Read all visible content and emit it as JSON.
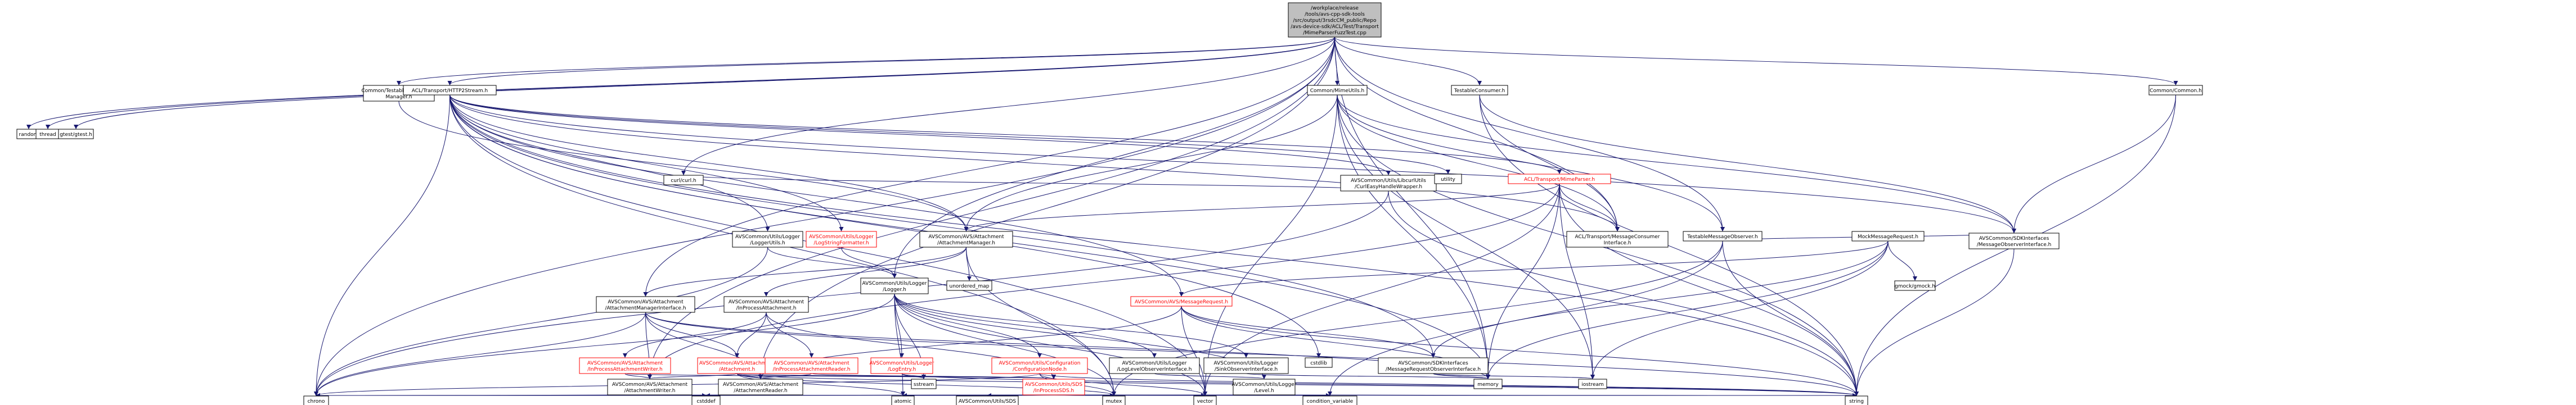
{
  "diagram": {
    "title": "",
    "nodes": [
      {
        "id": "root",
        "lines": [
          "/workplace/release",
          "/tools/avs-cpp-sdk-tools",
          "/src/output/3rsdcCM_public/Repo",
          "/avs-device-sdk/ACL/Test/Transport",
          "/MimeParserFuzzTest.cpp"
        ],
        "root": true
      },
      {
        "id": "random",
        "lines": [
          "random"
        ]
      },
      {
        "id": "thread",
        "lines": [
          "thread"
        ]
      },
      {
        "id": "gtest",
        "lines": [
          "gtest/gtest.h"
        ]
      },
      {
        "id": "testableattach",
        "lines": [
          "Common/TestableAttachment",
          "Manager.h"
        ]
      },
      {
        "id": "httpstream",
        "lines": [
          "ACL/Transport/HTTP2Stream.h"
        ]
      },
      {
        "id": "mimeutils",
        "lines": [
          "Common/MimeUtils.h"
        ]
      },
      {
        "id": "testablecons",
        "lines": [
          "TestableConsumer.h"
        ]
      },
      {
        "id": "commonh",
        "lines": [
          "Common/Common.h"
        ]
      },
      {
        "id": "curleasy",
        "lines": [
          "AVSCommon/Utils/LibcurlUtils",
          "/CurlEasyHandleWrapper.h"
        ]
      },
      {
        "id": "utility",
        "lines": [
          "utility"
        ]
      },
      {
        "id": "mimeparser",
        "lines": [
          "ACL/Transport/MimeParser.h"
        ],
        "trunc": true
      },
      {
        "id": "curlh",
        "lines": [
          "curl/curl.h"
        ]
      },
      {
        "id": "loggerutils",
        "lines": [
          "AVSCommon/Utils/Logger",
          "/LoggerUtils.h"
        ]
      },
      {
        "id": "logstring",
        "lines": [
          "AVSCommon/Utils/Logger",
          "/LogStringFormatter.h"
        ],
        "trunc": true
      },
      {
        "id": "attachmgr",
        "lines": [
          "AVSCommon/AVS/Attachment",
          "/AttachmentManager.h"
        ]
      },
      {
        "id": "msgconsumer",
        "lines": [
          "ACL/Transport/MessageConsumer",
          "Interface.h"
        ]
      },
      {
        "id": "testablemsg",
        "lines": [
          "TestableMessageObserver.h"
        ]
      },
      {
        "id": "mockmsgreq",
        "lines": [
          "MockMessageRequest.h"
        ]
      },
      {
        "id": "unordered",
        "lines": [
          "unordered_map"
        ]
      },
      {
        "id": "attachmgrif",
        "lines": [
          "AVSCommon/AVS/Attachment",
          "/AttachmentManagerInterface.h"
        ]
      },
      {
        "id": "inproattach",
        "lines": [
          "AVSCommon/AVS/Attachment",
          "/InProcessAttachment.h"
        ]
      },
      {
        "id": "loggerh",
        "lines": [
          "AVSCommon/Utils/Logger",
          "/Logger.h"
        ]
      },
      {
        "id": "msgrequest",
        "lines": [
          "AVSCommon/AVS/MessageRequest.h"
        ],
        "trunc": true
      },
      {
        "id": "gmock",
        "lines": [
          "gmock/gmock.h"
        ]
      },
      {
        "id": "msgobserver",
        "lines": [
          "AVSCommon/SDKInterfaces",
          "/MessageObserverInterface.h"
        ]
      },
      {
        "id": "inprowriter",
        "lines": [
          "AVSCommon/AVS/Attachment",
          "/InProcessAttachmentWriter.h"
        ],
        "trunc": true
      },
      {
        "id": "attachh",
        "lines": [
          "AVSCommon/AVS/Attachment",
          "/Attachment.h"
        ],
        "trunc": true
      },
      {
        "id": "inproreader",
        "lines": [
          "AVSCommon/AVS/Attachment",
          "/InProcessAttachmentReader.h"
        ],
        "trunc": true
      },
      {
        "id": "logentry",
        "lines": [
          "AVSCommon/Utils/Logger",
          "/LogEntry.h"
        ],
        "trunc": true
      },
      {
        "id": "confignode",
        "lines": [
          "AVSCommon/Utils/Configuration",
          "/ConfigurationNode.h"
        ],
        "trunc": true
      },
      {
        "id": "loglevelobs",
        "lines": [
          "AVSCommon/Utils/Logger",
          "/LogLevelObserverInterface.h"
        ]
      },
      {
        "id": "sinkobs",
        "lines": [
          "AVSCommon/Utils/Logger",
          "/SinkObserverInterface.h"
        ]
      },
      {
        "id": "cstdlib",
        "lines": [
          "cstdlib"
        ]
      },
      {
        "id": "msgreqobs",
        "lines": [
          "AVSCommon/SDKInterfaces",
          "/MessageRequestObserverInterface.h"
        ]
      },
      {
        "id": "attachwriter",
        "lines": [
          "AVSCommon/AVS/Attachment",
          "/AttachmentWriter.h"
        ]
      },
      {
        "id": "attachreader",
        "lines": [
          "AVSCommon/AVS/Attachment",
          "/AttachmentReader.h"
        ]
      },
      {
        "id": "sstream",
        "lines": [
          "sstream"
        ]
      },
      {
        "id": "inprosds",
        "lines": [
          "AVSCommon/Utils/SDS",
          "/InProcessSDS.h"
        ],
        "trunc": true
      },
      {
        "id": "levelh",
        "lines": [
          "AVSCommon/Utils/Logger",
          "/Level.h"
        ]
      },
      {
        "id": "memory",
        "lines": [
          "memory"
        ]
      },
      {
        "id": "iostream",
        "lines": [
          "iostream"
        ]
      },
      {
        "id": "chrono",
        "lines": [
          "chrono"
        ]
      },
      {
        "id": "cstddef",
        "lines": [
          "cstddef"
        ]
      },
      {
        "id": "atomic",
        "lines": [
          "atomic"
        ]
      },
      {
        "id": "readerpolicy",
        "lines": [
          "AVSCommon/Utils/SDS",
          "/ReaderPolicy.h"
        ]
      },
      {
        "id": "mutex",
        "lines": [
          "mutex"
        ]
      },
      {
        "id": "vector",
        "lines": [
          "vector"
        ]
      },
      {
        "id": "condvar",
        "lines": [
          "condition_variable"
        ]
      },
      {
        "id": "string",
        "lines": [
          "string"
        ]
      }
    ],
    "edges": [
      [
        "root",
        "random"
      ],
      [
        "root",
        "thread"
      ],
      [
        "root",
        "gtest"
      ],
      [
        "root",
        "testableattach"
      ],
      [
        "root",
        "httpstream"
      ],
      [
        "root",
        "mimeutils"
      ],
      [
        "root",
        "testablecons"
      ],
      [
        "root",
        "commonh"
      ],
      [
        "root",
        "loggerh"
      ],
      [
        "root",
        "attachwriter"
      ],
      [
        "root",
        "attachreader"
      ],
      [
        "root",
        "memory"
      ],
      [
        "root",
        "msgconsumer"
      ],
      [
        "root",
        "testablemsg"
      ],
      [
        "root",
        "curlh"
      ],
      [
        "root",
        "attachmgrif"
      ],
      [
        "root",
        "chrono"
      ],
      [
        "testableattach",
        "attachmgr"
      ],
      [
        "httpstream",
        "curleasy"
      ],
      [
        "httpstream",
        "utility"
      ],
      [
        "httpstream",
        "mimeparser"
      ],
      [
        "httpstream",
        "attachmgr"
      ],
      [
        "httpstream",
        "msgconsumer"
      ],
      [
        "httpstream",
        "msgrequest"
      ],
      [
        "httpstream",
        "msgobserver"
      ],
      [
        "httpstream",
        "msgreqobs"
      ],
      [
        "httpstream",
        "loggerutils"
      ],
      [
        "httpstream",
        "vector"
      ],
      [
        "httpstream",
        "mutex"
      ],
      [
        "httpstream",
        "string"
      ],
      [
        "httpstream",
        "memory"
      ],
      [
        "httpstream",
        "chrono"
      ],
      [
        "httpstream",
        "cstdlib"
      ],
      [
        "httpstream",
        "logstring"
      ],
      [
        "mimeutils",
        "testablemsg"
      ],
      [
        "mimeutils",
        "msgconsumer"
      ],
      [
        "mimeutils",
        "attachmgr"
      ],
      [
        "mimeutils",
        "memory"
      ],
      [
        "mimeutils",
        "vector"
      ],
      [
        "mimeutils",
        "string"
      ],
      [
        "mimeutils",
        "iostream"
      ],
      [
        "mimeutils",
        "msgobserver"
      ],
      [
        "testablecons",
        "msgconsumer"
      ],
      [
        "testablecons",
        "msgobserver"
      ],
      [
        "testablecons",
        "string"
      ],
      [
        "commonh",
        "string"
      ],
      [
        "commonh",
        "msgobserver"
      ],
      [
        "curleasy",
        "curlh"
      ],
      [
        "curleasy",
        "chrono"
      ],
      [
        "curleasy",
        "string"
      ],
      [
        "mimeparser",
        "msgconsumer"
      ],
      [
        "mimeparser",
        "attachmgr"
      ],
      [
        "mimeparser",
        "attachwriter"
      ],
      [
        "mimeparser",
        "memory"
      ],
      [
        "mimeparser",
        "string"
      ],
      [
        "mimeparser",
        "vector"
      ],
      [
        "mimeparser",
        "iostream"
      ],
      [
        "loggerutils",
        "loggerh"
      ],
      [
        "loggerutils",
        "chrono"
      ],
      [
        "logstring",
        "loggerh"
      ],
      [
        "attachmgr",
        "unordered"
      ],
      [
        "attachmgr",
        "attachmgrif"
      ],
      [
        "attachmgr",
        "mutex"
      ],
      [
        "attachmgr",
        "inproattach"
      ],
      [
        "testablemsg",
        "msgobserver"
      ],
      [
        "testablemsg",
        "string"
      ],
      [
        "testablemsg",
        "condvar"
      ],
      [
        "testablemsg",
        "mutex"
      ],
      [
        "mockmsgreq",
        "gmock"
      ],
      [
        "mockmsgreq",
        "msgrequest"
      ],
      [
        "mockmsgreq",
        "msgreqobs"
      ],
      [
        "mockmsgreq",
        "memory"
      ],
      [
        "mockmsgreq",
        "iostream"
      ],
      [
        "attachmgrif",
        "attachh"
      ],
      [
        "attachmgrif",
        "attachreader"
      ],
      [
        "attachmgrif",
        "attachwriter"
      ],
      [
        "attachmgrif",
        "chrono"
      ],
      [
        "attachmgrif",
        "memory"
      ],
      [
        "attachmgrif",
        "string"
      ],
      [
        "inproattach",
        "attachh"
      ],
      [
        "inproattach",
        "inproreader"
      ],
      [
        "inproattach",
        "inprowriter"
      ],
      [
        "inproattach",
        "inprosds"
      ],
      [
        "loggerh",
        "logentry"
      ],
      [
        "loggerh",
        "loglevelobs"
      ],
      [
        "loggerh",
        "sinkobs"
      ],
      [
        "loggerh",
        "levelh"
      ],
      [
        "loggerh",
        "atomic"
      ],
      [
        "loggerh",
        "sstream"
      ],
      [
        "loggerh",
        "mutex"
      ],
      [
        "loggerh",
        "vector"
      ],
      [
        "loggerh",
        "chrono"
      ],
      [
        "loggerh",
        "confignode"
      ],
      [
        "msgrequest",
        "msgreqobs"
      ],
      [
        "msgrequest",
        "attachreader"
      ],
      [
        "msgrequest",
        "memory"
      ],
      [
        "msgrequest",
        "string"
      ],
      [
        "msgrequest",
        "vector"
      ],
      [
        "msgobserver",
        "string"
      ],
      [
        "inprowriter",
        "attachwriter"
      ],
      [
        "inprowriter",
        "inprosds"
      ],
      [
        "attachh",
        "attachreader"
      ],
      [
        "attachh",
        "attachwriter"
      ],
      [
        "attachh",
        "inprosds"
      ],
      [
        "attachh",
        "atomic"
      ],
      [
        "attachh",
        "mutex"
      ],
      [
        "attachh",
        "string"
      ],
      [
        "inproreader",
        "attachreader"
      ],
      [
        "inproreader",
        "inprosds"
      ],
      [
        "logentry",
        "sstream"
      ],
      [
        "logentry",
        "string"
      ],
      [
        "confignode",
        "mutex"
      ],
      [
        "confignode",
        "string"
      ],
      [
        "confignode",
        "vector"
      ],
      [
        "confignode",
        "chrono"
      ],
      [
        "loglevelobs",
        "levelh"
      ],
      [
        "sinkobs",
        "memory"
      ],
      [
        "msgreqobs",
        "memory"
      ],
      [
        "msgreqobs",
        "iostream"
      ],
      [
        "attachwriter",
        "chrono"
      ],
      [
        "attachwriter",
        "cstddef"
      ],
      [
        "attachreader",
        "chrono"
      ],
      [
        "attachreader",
        "cstddef"
      ],
      [
        "inprosds",
        "readerpolicy"
      ],
      [
        "inprosds",
        "condvar"
      ],
      [
        "inprosds",
        "mutex"
      ],
      [
        "inprosds",
        "vector"
      ],
      [
        "inprosds",
        "string"
      ],
      [
        "inprosds",
        "chrono"
      ],
      [
        "inprosds",
        "atomic"
      ],
      [
        "levelh",
        "string"
      ],
      [
        "levelh",
        "chrono"
      ]
    ]
  }
}
